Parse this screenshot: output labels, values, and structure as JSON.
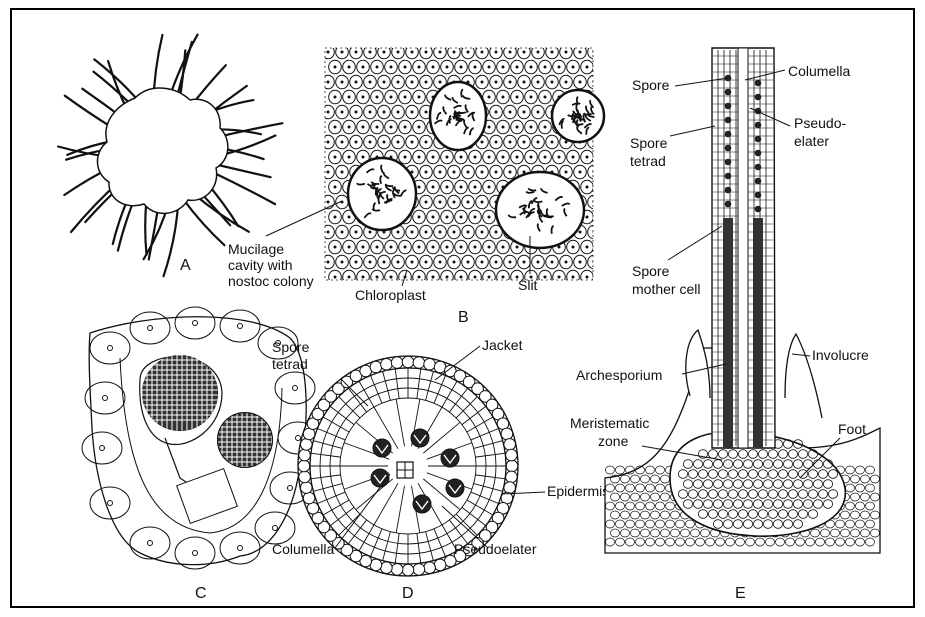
{
  "figure": {
    "panels": {
      "A": {
        "letter": "A"
      },
      "B": {
        "letter": "B",
        "labels": {
          "mucilage": [
            "Mucilage",
            "cavity with",
            "nostoc colony"
          ],
          "chloroplast": "Chloroplast",
          "slit": "Slit"
        }
      },
      "C": {
        "letter": "C"
      },
      "D": {
        "letter": "D",
        "labels": {
          "spore_tetrad": [
            "Spore",
            "tetrad"
          ],
          "jacket": "Jacket",
          "epidermis": "Epidermis",
          "columella": "Columella",
          "pseudoelater": "Pseudoelater"
        }
      },
      "E": {
        "letter": "E",
        "labels": {
          "spore": "Spore",
          "columella": "Columella",
          "spore_tetrad": [
            "Spore",
            "tetrad"
          ],
          "pseudo_elater": [
            "Pseudo-",
            "elater"
          ],
          "spore_mother_cell": [
            "Spore",
            "mother cell"
          ],
          "archesporium": "Archesporium",
          "involucre": "Involucre",
          "meristematic_zone": [
            "Meristematic",
            "zone"
          ],
          "foot": "Foot"
        }
      }
    }
  },
  "colors": {
    "ink": "#111111",
    "background": "#ffffff",
    "frame": "#000000"
  }
}
